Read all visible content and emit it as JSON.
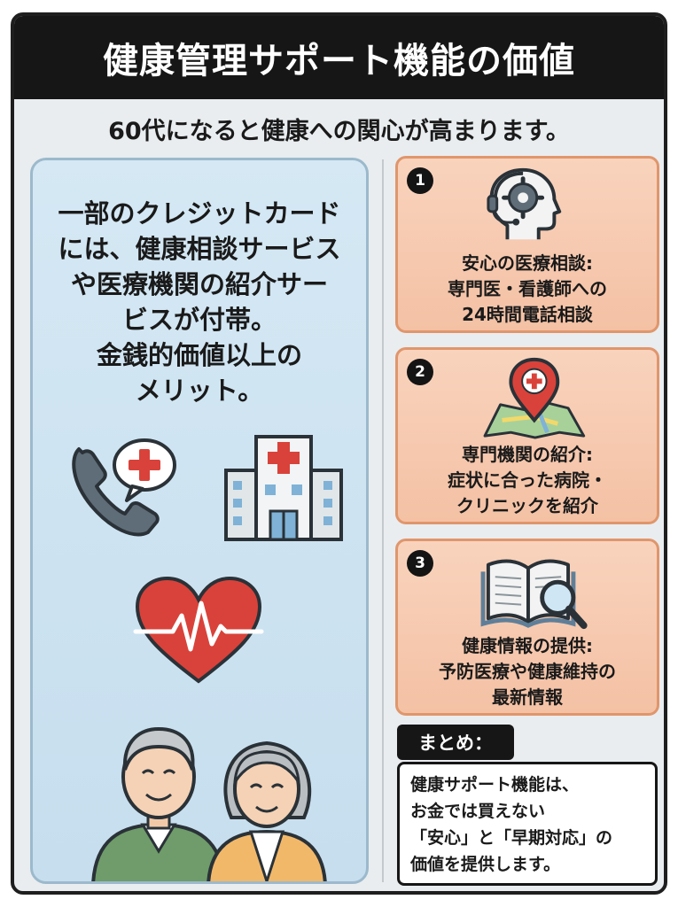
{
  "title": "健康管理サポート機能の価値",
  "subtitle": "60代になると健康への関心が高まります。",
  "left_panel": {
    "text": "一部のクレジットカード\nには、健康相談サービス\nや医療機関の紹介サー\nビスが付帯。\n金銭的価値以上の\nメリット。",
    "icons": [
      "phone-medical-icon",
      "hospital-icon",
      "heartbeat-heart-icon",
      "senior-couple-illustration"
    ]
  },
  "cards": [
    {
      "number": "1",
      "icon": "head-gear-headset-icon",
      "lines": [
        "安心の医療相談:",
        "専門医・看護師への",
        "24時間電話相談"
      ]
    },
    {
      "number": "2",
      "icon": "map-pin-medical-icon",
      "lines": [
        "専門機関の紹介:",
        "症状に合った病院・",
        "クリニックを紹介"
      ]
    },
    {
      "number": "3",
      "icon": "book-magnifier-icon",
      "lines": [
        "健康情報の提供:",
        "予防医療や健康維持の",
        "最新情報"
      ]
    }
  ],
  "summary": {
    "label": "まとめ：",
    "lines": [
      "健康サポート機能は、",
      "お金では買えない",
      "「安心」と「早期対応」の",
      "価値を提供します。"
    ]
  },
  "colors": {
    "title_bg": "#161616",
    "left_panel_bg": "#d5e8f4",
    "card_bg": "#f9d3bd",
    "card_border": "#e0966c",
    "medical_red": "#d9423a"
  }
}
